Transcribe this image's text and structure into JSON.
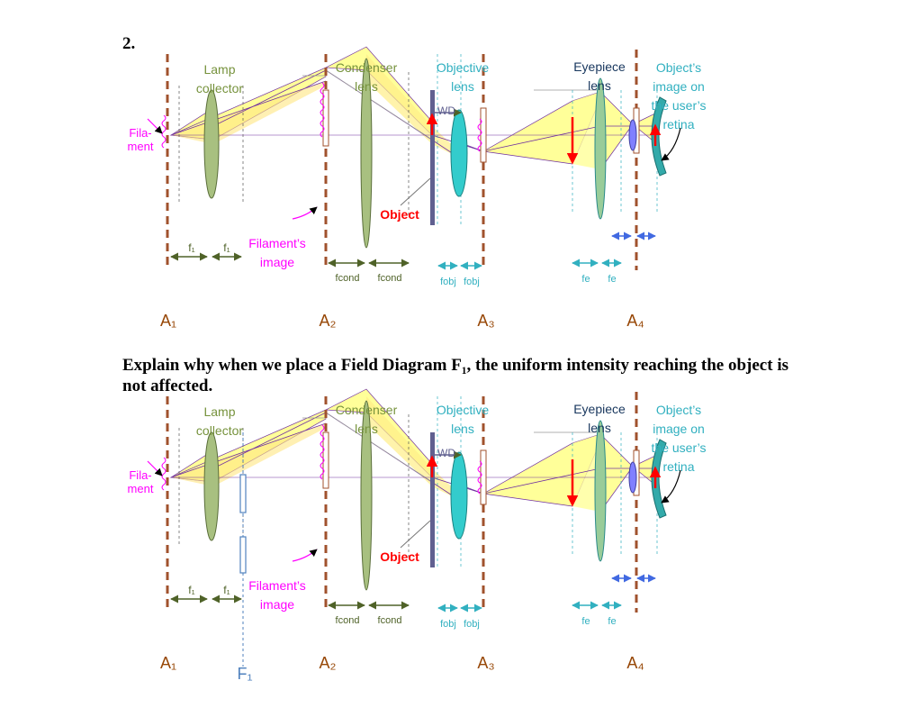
{
  "question_number": "2.",
  "question_text": "Explain why when we place a Field Diagram F₁, the uniform intensity reaching the object is not affected.",
  "labels": {
    "lamp_collector_1": "Lamp",
    "lamp_collector_2": "collector",
    "condenser_1": "Condenser",
    "condenser_2": "lens",
    "objective_1": "Objective",
    "objective_2": "lens",
    "eyepiece_1": "Eyepiece",
    "eyepiece_2": "lens",
    "retina_1": "Object’s",
    "retina_2": "image on",
    "retina_3": "the user’s",
    "retina_4": "retina",
    "filament_1": "Fila-",
    "filament_2": "ment",
    "filament_image_1": "Filament’s",
    "filament_image_2": "image",
    "object": "Object",
    "wd": "WD",
    "f1": "f₁",
    "fcond": "fcond",
    "fobj": "fobj",
    "fe": "fe",
    "a1": "A₁",
    "a2": "A₂",
    "a3": "A₃",
    "a4": "A₄",
    "field_diaphragm": "F₁"
  },
  "colors": {
    "aperture": "#a0522d",
    "lens_green": "#a8c080",
    "lens_cyan": "#33cccc",
    "beam": "#ffff99",
    "ray": "#7030a0",
    "object_red": "#ff0000",
    "label_olive": "#76923c",
    "label_teal": "#31b0c0",
    "label_navy": "#17365d",
    "label_magenta": "#ff00ff",
    "label_aperture": "#974706",
    "label_blue": "#4f81bd",
    "dim_green": "#4f6228"
  }
}
